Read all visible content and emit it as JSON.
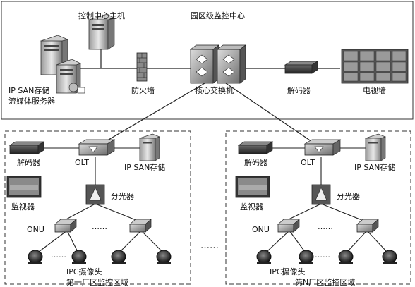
{
  "center": {
    "title": "园区级监控中心",
    "host_label": "控制中心主机",
    "storage_label_1": "IP SAN存储",
    "storage_label_2": "流媒体服务器",
    "firewall_label": "防火墙",
    "core_switch_label": "核心交换机",
    "decoder_label": "解码器",
    "tv_wall_label": "电视墙"
  },
  "zone1": {
    "title": "第一厂区监控区域",
    "decoder_label": "解码器",
    "olt_label": "OLT",
    "storage_label": "IP SAN存储",
    "monitor_label": "监视器",
    "splitter_label": "分光器",
    "onu_label": "ONU",
    "camera_label": "IPC摄像头",
    "dots_onu": "……",
    "dots_cam": "……"
  },
  "zone2": {
    "title": "第N厂区监控区域",
    "decoder_label": "解码器",
    "olt_label": "OLT",
    "storage_label": "IP SAN存储",
    "monitor_label": "监视器",
    "splitter_label": "分光器",
    "onu_label": "ONU",
    "camera_label": "IPC摄像头",
    "dots_onu": "……",
    "dots_cam": "……"
  },
  "middle_dots": "……"
}
